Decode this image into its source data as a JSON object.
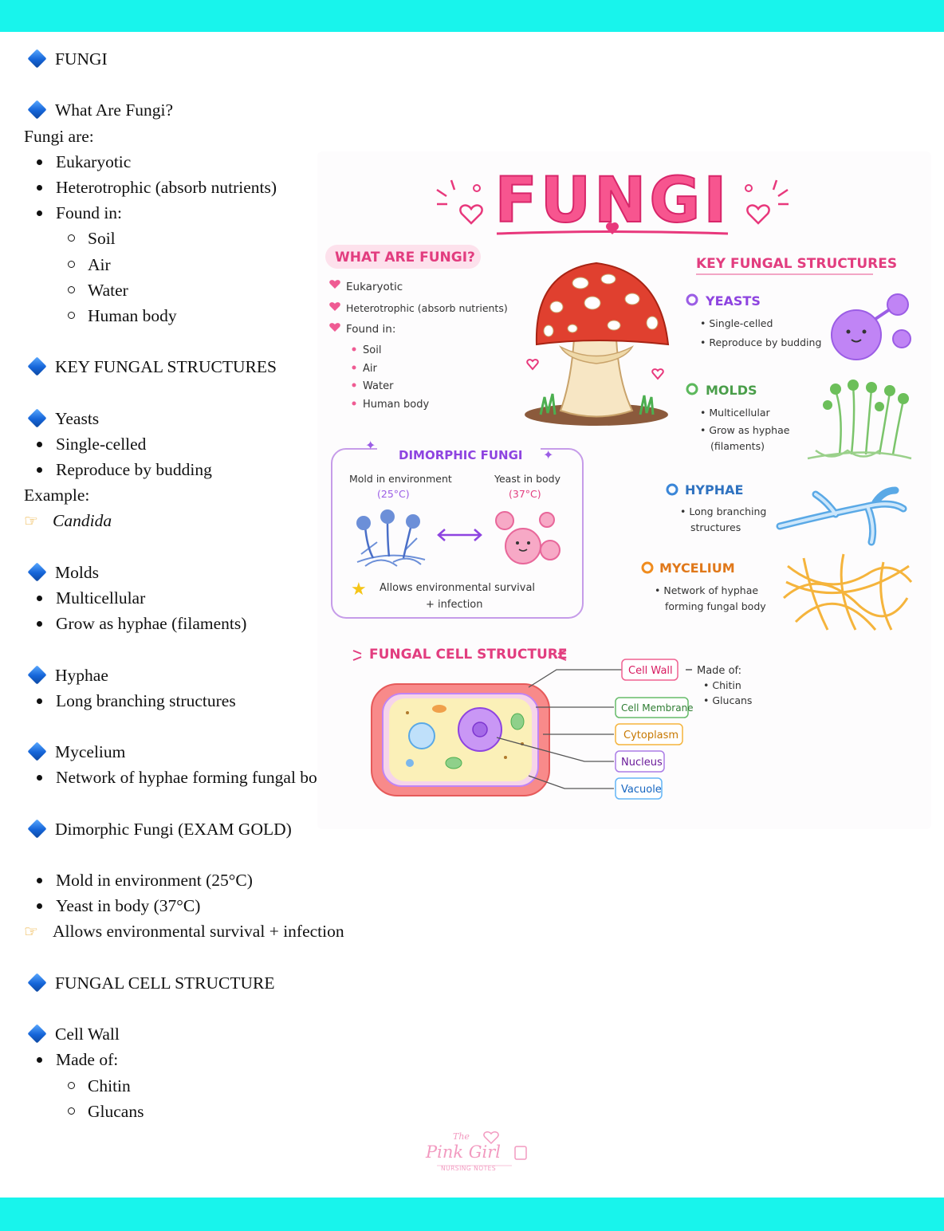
{
  "notes": {
    "title": "FUNGI",
    "what_heading": "What Are Fungi?",
    "what_intro": "Fungi are:",
    "what_items": [
      "Eukaryotic",
      "Heterotrophic (absorb nutrients)",
      "Found in:"
    ],
    "found_in": [
      "Soil",
      "Air",
      "Water",
      "Human body"
    ],
    "key_heading": "KEY FUNGAL STRUCTURES",
    "yeasts_heading": "Yeasts",
    "yeasts_items": [
      "Single-celled",
      "Reproduce by budding"
    ],
    "example_label": "Example:",
    "example_value": "Candida",
    "molds_heading": "Molds",
    "molds_items": [
      "Multicellular",
      "Grow as hyphae (filaments)"
    ],
    "hyphae_heading": "Hyphae",
    "hyphae_items": [
      "Long branching structures"
    ],
    "mycelium_heading": "Mycelium",
    "mycelium_items": [
      "Network of hyphae forming fungal body"
    ],
    "dimorphic_heading": "Dimorphic Fungi (EXAM GOLD)",
    "dimorphic_items": [
      "Mold in environment (25°C)",
      "Yeast in body (37°C)"
    ],
    "dimorphic_note": "Allows environmental survival + infection",
    "cell_heading": "FUNGAL CELL STRUCTURE",
    "cellwall_heading": "Cell Wall",
    "cellwall_items": [
      "Made of:"
    ],
    "cellwall_sub": [
      "Chitin",
      "Glucans"
    ]
  },
  "infographic": {
    "title": "FUNGI",
    "what_title": "WHAT ARE FUNGI?",
    "what_items": [
      "Eukaryotic",
      "Heterotrophic (absorb nutrients)",
      "Found in:"
    ],
    "found_in": [
      "Soil",
      "Air",
      "Water",
      "Human body"
    ],
    "key_title": "KEY FUNGAL STRUCTURES",
    "yeasts": {
      "title": "YEASTS",
      "items": [
        "Single-celled",
        "Reproduce by budding"
      ]
    },
    "molds": {
      "title": "MOLDS",
      "items": [
        "Multicellular",
        "Grow as hyphae",
        "(filaments)"
      ]
    },
    "hyphae": {
      "title": "HYPHAE",
      "items": [
        "Long branching",
        "structures"
      ]
    },
    "mycelium": {
      "title": "MYCELIUM",
      "items": [
        "Network of hyphae",
        "forming fungal body"
      ]
    },
    "dimorphic": {
      "title": "DIMORPHIC FUNGI",
      "left_label": "Mold in environment",
      "left_temp": "(25°C)",
      "right_label": "Yeast in body",
      "right_temp": "(37°C)",
      "note_line1": "Allows environmental survival",
      "note_line2": "+ infection"
    },
    "cell": {
      "title": "FUNGAL CELL STRUCTURE",
      "labels": [
        "Cell Wall",
        "Cell Membrane",
        "Cytoplasm",
        "Nucleus",
        "Vacuole"
      ],
      "made_of": "Made of:",
      "made_items": [
        "Chitin",
        "Glucans"
      ]
    }
  },
  "logo": {
    "line1": "The",
    "line2": "Pink Girl",
    "line3": "NURSING NOTES"
  },
  "colors": {
    "band": "#18f4ec",
    "pink": "#f0468c",
    "purple": "#9b5de5",
    "green": "#5cb85c",
    "blue": "#3a86d8",
    "orange": "#f08c1e"
  }
}
